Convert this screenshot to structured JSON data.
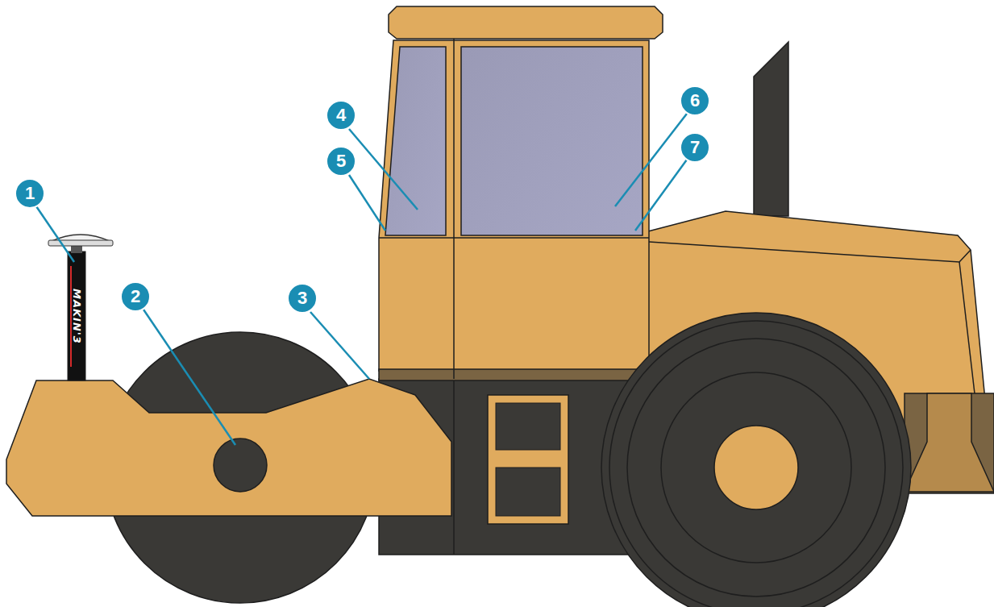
{
  "diagram": {
    "labels": [
      "1",
      "2",
      "3",
      "4",
      "5",
      "6",
      "7",
      "MAKIN'3"
    ]
  }
}
